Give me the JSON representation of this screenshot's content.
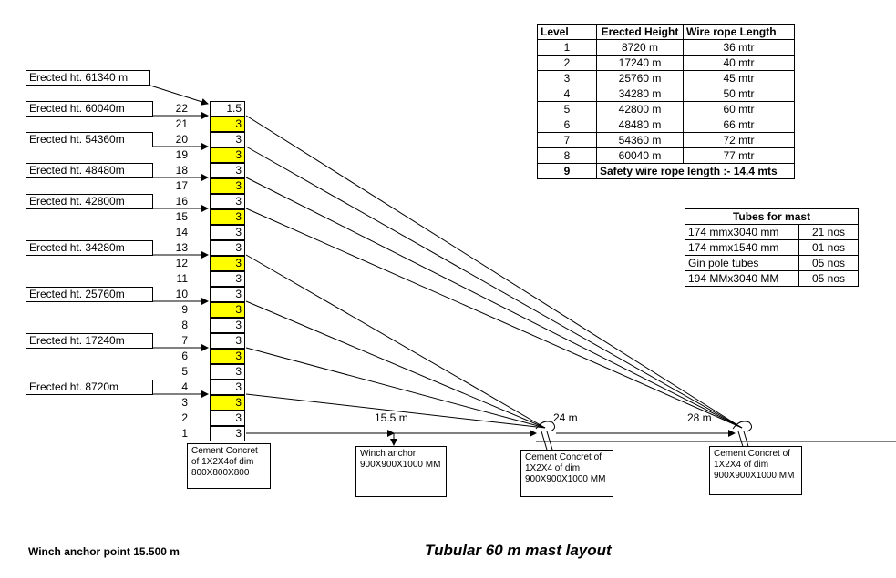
{
  "label_boxes": [
    {
      "text": "Erected ht. 61340 m"
    },
    {
      "text": "Erected ht. 60040m"
    },
    {
      "text": "Erected ht. 54360m"
    },
    {
      "text": "Erected ht. 48480m"
    },
    {
      "text": "Erected ht. 42800m"
    },
    {
      "text": "Erected ht. 34280m"
    },
    {
      "text": "Erected ht. 25760m"
    },
    {
      "text": "Erected ht. 17240m"
    },
    {
      "text": "Erected ht. 8720m"
    }
  ],
  "mast_segments": [
    {
      "num": "22",
      "value": "1.5",
      "yellow": false
    },
    {
      "num": "21",
      "value": "3",
      "yellow": true
    },
    {
      "num": "20",
      "value": "3",
      "yellow": false
    },
    {
      "num": "19",
      "value": "3",
      "yellow": true
    },
    {
      "num": "18",
      "value": "3",
      "yellow": false
    },
    {
      "num": "17",
      "value": "3",
      "yellow": true
    },
    {
      "num": "16",
      "value": "3",
      "yellow": false
    },
    {
      "num": "15",
      "value": "3",
      "yellow": true
    },
    {
      "num": "14",
      "value": "3",
      "yellow": false
    },
    {
      "num": "13",
      "value": "3",
      "yellow": false
    },
    {
      "num": "12",
      "value": "3",
      "yellow": true
    },
    {
      "num": "11",
      "value": "3",
      "yellow": false
    },
    {
      "num": "10",
      "value": "3",
      "yellow": false
    },
    {
      "num": "9",
      "value": "3",
      "yellow": true
    },
    {
      "num": "8",
      "value": "3",
      "yellow": false
    },
    {
      "num": "7",
      "value": "3",
      "yellow": false
    },
    {
      "num": "6",
      "value": "3",
      "yellow": true
    },
    {
      "num": "5",
      "value": "3",
      "yellow": false
    },
    {
      "num": "4",
      "value": "3",
      "yellow": false
    },
    {
      "num": "3",
      "value": "3",
      "yellow": true
    },
    {
      "num": "2",
      "value": "3",
      "yellow": false
    },
    {
      "num": "1",
      "value": "3",
      "yellow": false
    }
  ],
  "level_table": {
    "headers": [
      "Level",
      "Erected Height",
      "Wire rope Length"
    ],
    "rows": [
      [
        "1",
        "8720 m",
        "36 mtr"
      ],
      [
        "2",
        "17240 m",
        "40 mtr"
      ],
      [
        "3",
        "25760 m",
        "45 mtr"
      ],
      [
        "4",
        "34280 m",
        "50 mtr"
      ],
      [
        "5",
        "42800 m",
        "60 mtr"
      ],
      [
        "6",
        "48480 m",
        "66 mtr"
      ],
      [
        "7",
        "54360 m",
        "72 mtr"
      ],
      [
        "8",
        "60040 m",
        "77 mtr"
      ]
    ],
    "footer_level": "9",
    "footer_text": "Safety wire rope length :- 14.4 mts"
  },
  "tubes_table": {
    "title": "Tubes for mast",
    "rows": [
      [
        "174 mmx3040 mm",
        "21 nos"
      ],
      [
        "174 mmx1540 mm",
        "01 nos"
      ],
      [
        "Gin pole tubes",
        "05 nos"
      ],
      [
        "194 MMx3040 MM",
        "05 nos"
      ]
    ]
  },
  "notes": {
    "base": [
      "Cement Concret",
      "of 1X2X4of dim",
      "800X800X800"
    ],
    "winch": [
      "Winch anchor",
      "900X900X1000 MM"
    ],
    "anchor1": [
      "Cement Concret of",
      "1X2X4 of dim",
      "900X900X1000 MM"
    ],
    "anchor2": [
      "Cement Concret of",
      "1X2X4 of dim",
      "900X900X1000 MM"
    ]
  },
  "dimensions": {
    "winch_dist": "15.5 m",
    "anchor1_dist": "24 m",
    "anchor2_dist": "28 m"
  },
  "footer": {
    "winch_point": "Winch anchor point 15.500 m",
    "title": "Tubular 60 m mast layout"
  },
  "colors": {
    "highlight": "#ffff00",
    "line": "#000000"
  }
}
